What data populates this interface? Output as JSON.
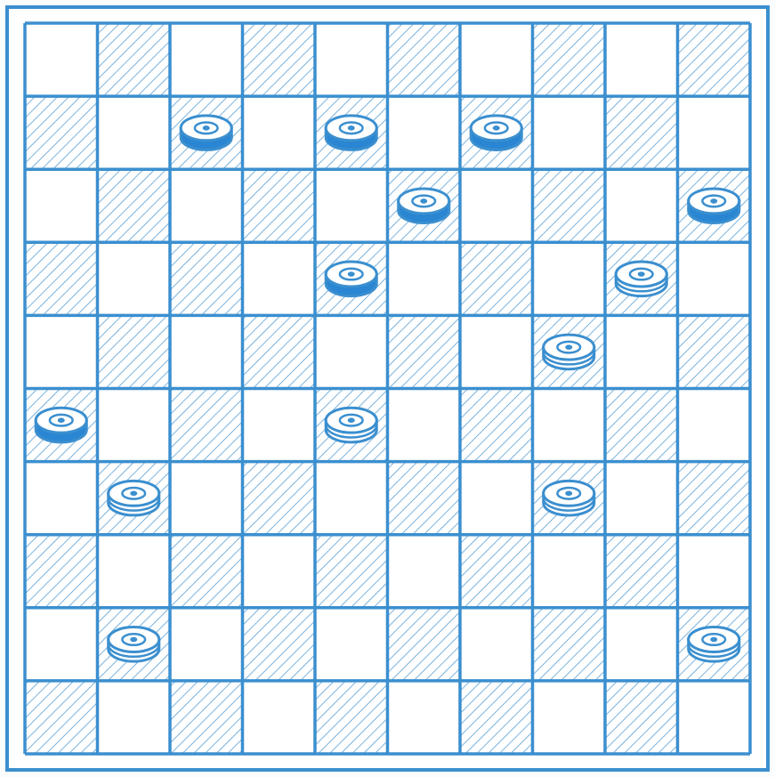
{
  "board": {
    "size": 10,
    "dark_square_parity": "odd",
    "colors": {
      "line": "#3b8fcf",
      "light_square": "#ffffff",
      "dark_square_hatch": "#5a9fd4",
      "blue_piece": "#2a86d2",
      "white_piece_fill": "#ffffff",
      "piece_outline": "#3b8fcf"
    },
    "pieces": [
      {
        "color": "blue",
        "row": 1,
        "col": 2
      },
      {
        "color": "blue",
        "row": 1,
        "col": 4
      },
      {
        "color": "blue",
        "row": 1,
        "col": 6
      },
      {
        "color": "blue",
        "row": 2,
        "col": 5
      },
      {
        "color": "blue",
        "row": 2,
        "col": 9
      },
      {
        "color": "blue",
        "row": 3,
        "col": 4
      },
      {
        "color": "white",
        "row": 3,
        "col": 8
      },
      {
        "color": "white",
        "row": 4,
        "col": 7
      },
      {
        "color": "blue",
        "row": 5,
        "col": 0
      },
      {
        "color": "white",
        "row": 5,
        "col": 4
      },
      {
        "color": "white",
        "row": 6,
        "col": 1
      },
      {
        "color": "white",
        "row": 6,
        "col": 7
      },
      {
        "color": "white",
        "row": 8,
        "col": 1
      },
      {
        "color": "white",
        "row": 8,
        "col": 9
      }
    ]
  }
}
